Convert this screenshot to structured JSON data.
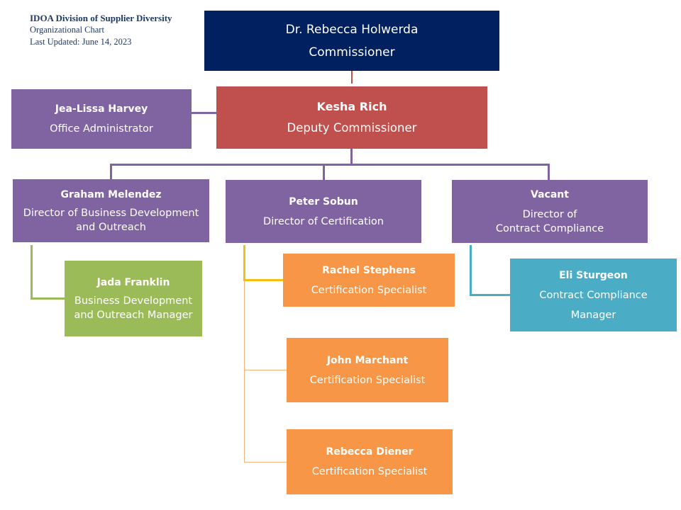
{
  "header": {
    "title": "IDOA Division of Supplier Diversity",
    "subtitle": "Organizational Chart",
    "updated": "Last Updated: June 14, 2023"
  },
  "colors": {
    "navy": "#002060",
    "red": "#c0504d",
    "purple": "#8064a2",
    "green": "#9bbb59",
    "orange": "#f79646",
    "teal": "#4bacc6",
    "yellow": "#f2c012"
  },
  "nodes": {
    "commissioner": {
      "name": "Dr. Rebecca Holwerda",
      "role": "Commissioner"
    },
    "deputy": {
      "name": "Kesha Rich",
      "role": "Deputy Commissioner"
    },
    "office_admin": {
      "name": "Jea-Lissa Harvey",
      "role": "Office Administrator"
    },
    "dir_bizdev": {
      "name": "Graham Melendez",
      "role_line1": "Director of Business Development",
      "role_line2": "and Outreach"
    },
    "dir_cert": {
      "name": "Peter Sobun",
      "role": "Director of Certification"
    },
    "dir_compliance": {
      "name": "Vacant",
      "role_line1": "Director of",
      "role_line2": "Contract Compliance"
    },
    "bizdev_manager": {
      "name": "Jada Franklin",
      "role_line1": "Business Development",
      "role_line2": "and Outreach Manager"
    },
    "cert_specialist_1": {
      "name": "Rachel Stephens",
      "role": "Certification Specialist"
    },
    "cert_specialist_2": {
      "name": "John Marchant",
      "role": "Certification Specialist"
    },
    "cert_specialist_3": {
      "name": "Rebecca Diener",
      "role": "Certification Specialist"
    },
    "compliance_manager": {
      "name": "Eli Sturgeon",
      "role_line1": "Contract Compliance",
      "role_line2": "Manager"
    }
  }
}
